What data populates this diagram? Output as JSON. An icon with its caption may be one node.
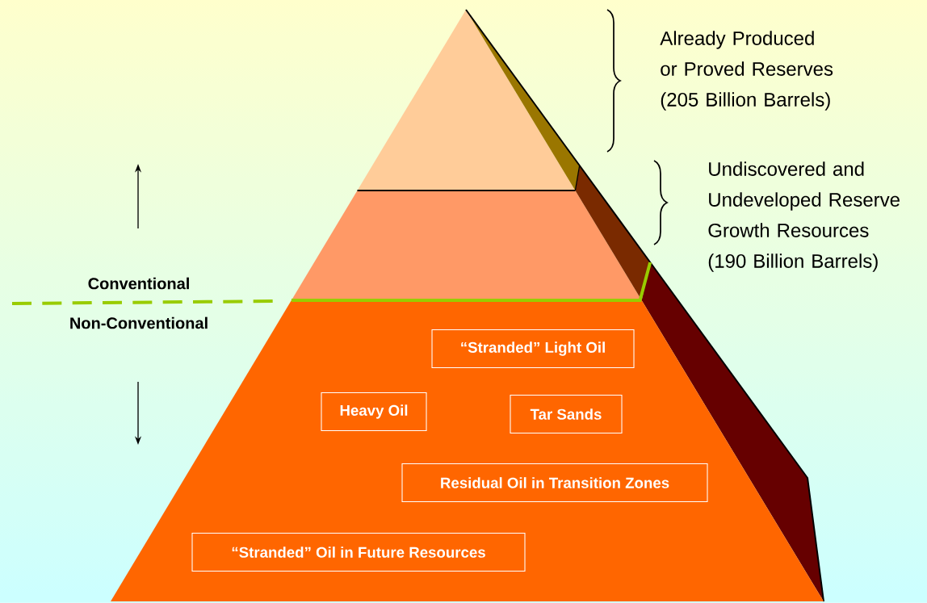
{
  "diagram": {
    "nodes": [
      {
        "text": [],
        "shape": "trapezoid"
      },
      {
        "text": [
          "“Stranded” Light Oil"
        ],
        "in": 0
      },
      {
        "text": [
          "Heavy Oil"
        ],
        "in": 0
      },
      {
        "text": [
          "Tar Sands"
        ],
        "in": 0
      },
      {
        "text": [
          "Residual Oil in Transition Zones"
        ],
        "in": 0
      },
      {
        "text": [
          "“Stranded” Oil in Future Resources"
        ],
        "in": 0
      }
    ],
    "edges": [],
    "labels": [
      "Already Produced or Proved Reserves (205 Billion Barrels)",
      "Undiscovered and Undeveloped Reserve Growth Resources (190 Billion Barrels)",
      "Conventional",
      "Non-Conventional"
    ]
  }
}
